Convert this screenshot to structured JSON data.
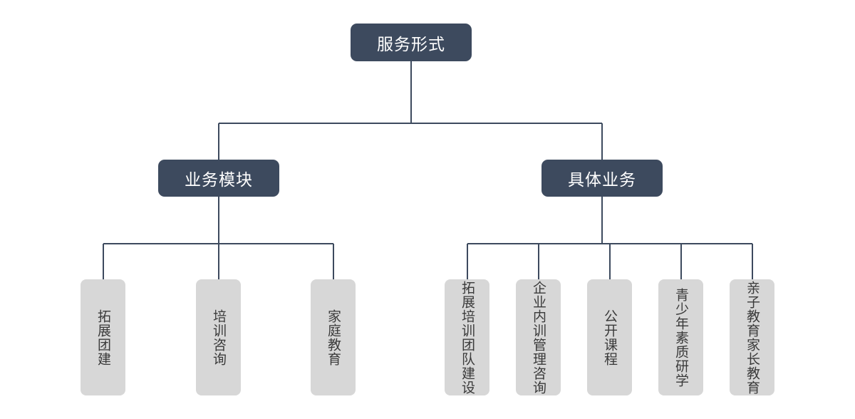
{
  "colors": {
    "node_bg": "#3d4a5e",
    "leaf_bg": "#d7d7d7",
    "connector": "#3d4a5e"
  },
  "root": {
    "label": "服务形式"
  },
  "left": {
    "label": "业务模块",
    "children": [
      {
        "label": "拓展团建"
      },
      {
        "label": "培训咨询"
      },
      {
        "label": "家庭教育"
      }
    ]
  },
  "right": {
    "label": "具体业务",
    "children": [
      {
        "label": "拓展培训团队建设"
      },
      {
        "label": "企业内训管理咨询"
      },
      {
        "label": "公开课程"
      },
      {
        "label": "青少年素质研学"
      },
      {
        "label": "亲子教育家长教育"
      }
    ]
  }
}
